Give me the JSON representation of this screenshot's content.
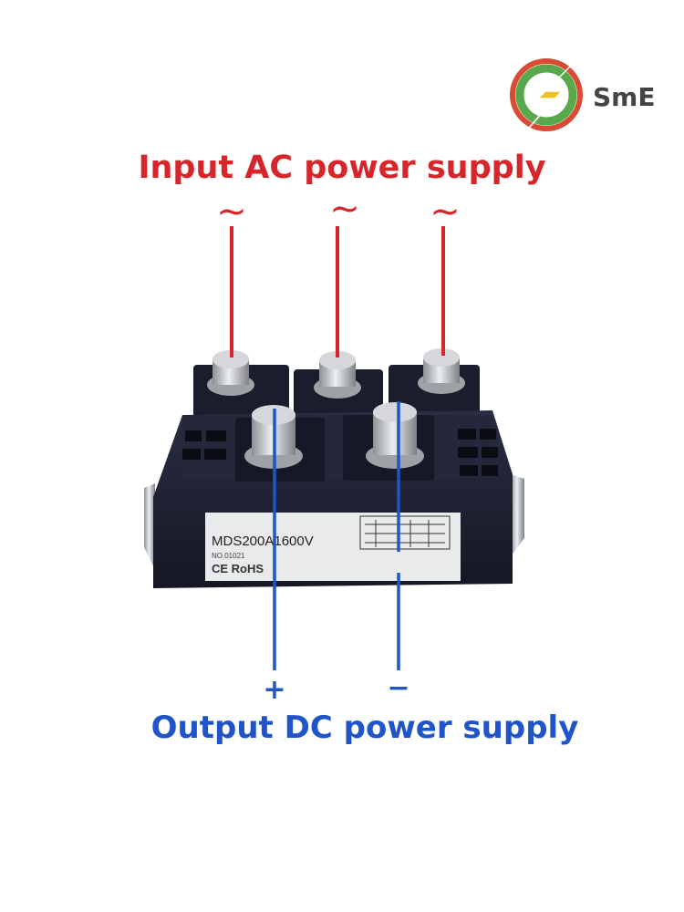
{
  "colors": {
    "ac": "#d7262b",
    "dc": "#1f55c9",
    "module_body": "#1e2131",
    "module_dark": "#10121c",
    "metal": "#c9ccd0",
    "logo_green": "#58a94a",
    "logo_red": "#d94b35",
    "logo_yellow": "#f1c11c"
  },
  "logo": {
    "icon": "lightning-bolt-icon",
    "text": "SmE"
  },
  "input": {
    "title": "Input AC power supply",
    "symbols": [
      "~",
      "~",
      "~"
    ]
  },
  "module": {
    "model": "MDS200A1600V",
    "serial": "NO.01021",
    "marks": "CE RoHS",
    "schematic_icon": "bridge-rectifier-schematic-icon"
  },
  "output": {
    "title": "Output DC power supply",
    "plus": "+",
    "minus": "−"
  }
}
